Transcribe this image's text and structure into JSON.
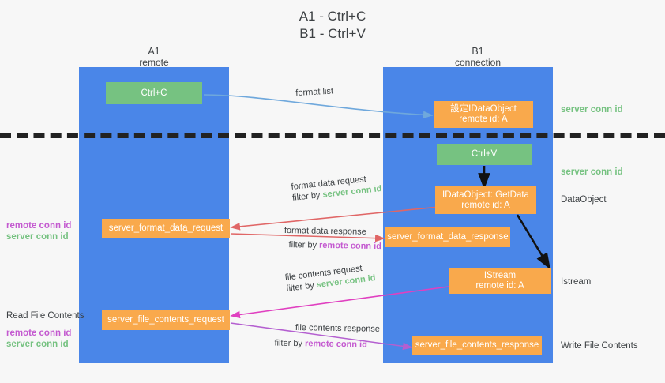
{
  "title": "A1 - Ctrl+C\nB1 - Ctrl+V",
  "columns": [
    {
      "name": "A1",
      "sub": "remote"
    },
    {
      "name": "B1",
      "sub": "connection"
    }
  ],
  "boxes": [
    {
      "id": "ctrl-c",
      "label": "Ctrl+C",
      "color": "#76c281"
    },
    {
      "id": "idataobject-set",
      "label": "設定IDataObject\nremote id: A",
      "color": "#f9a94c"
    },
    {
      "id": "ctrl-v",
      "label": "Ctrl+V",
      "color": "#76c281"
    },
    {
      "id": "idataobject-getdata",
      "label": "IDataObject::GetData\nremote id: A",
      "color": "#f9a94c"
    },
    {
      "id": "server-format-data-request",
      "label": "server_format_data_request",
      "color": "#f9a94c"
    },
    {
      "id": "server-format-data-response",
      "label": "server_format_data_response",
      "color": "#f9a94c"
    },
    {
      "id": "istream",
      "label": "IStream\nremote id: A",
      "color": "#f9a94c"
    },
    {
      "id": "server-file-contents-request",
      "label": "server_file_contents_request",
      "color": "#f9a94c"
    },
    {
      "id": "server-file-contents-response",
      "label": "server_file_contents_response",
      "color": "#f9a94c"
    }
  ],
  "edges": [
    {
      "id": "format-list",
      "label": "format list",
      "color": "#6fa8dc"
    },
    {
      "id": "format-data-request",
      "line1": "format data request",
      "line2_prefix": "filter by ",
      "line2_em": "server conn id",
      "em_color": "#76c281",
      "color": "#e06666"
    },
    {
      "id": "format-data-response",
      "line1": "format data response",
      "line2_prefix": "filter by ",
      "line2_em": "remote conn id",
      "em_color": "#c45ad0",
      "color": "#e06666"
    },
    {
      "id": "file-contents-request",
      "line1": "file contents request",
      "line2_prefix": "filter by ",
      "line2_em": "server conn id",
      "em_color": "#76c281",
      "color": "#e040c0"
    },
    {
      "id": "file-contents-response",
      "line1": "file contents response",
      "line2_prefix": "filter by ",
      "line2_em": "remote conn id",
      "em_color": "#c45ad0",
      "color": "#b45fd0"
    }
  ],
  "right_labels": [
    {
      "id": "server-conn-id-top",
      "text": "server conn id",
      "kind": "green"
    },
    {
      "id": "server-conn-id-mid",
      "text": "server conn id",
      "kind": "green"
    },
    {
      "id": "dataobject",
      "text": "DataObject",
      "kind": "plain"
    },
    {
      "id": "istream-label",
      "text": "Istream",
      "kind": "plain"
    },
    {
      "id": "write-file-contents",
      "text": "Write File Contents",
      "kind": "plain"
    }
  ],
  "left_labels": {
    "conn_pair_top": {
      "remote": "remote conn id",
      "server": "server conn id"
    },
    "read_file_contents": "Read File Contents",
    "conn_pair_bottom": {
      "remote": "remote conn id",
      "server": "server conn id"
    }
  },
  "colors": {
    "lane": "#4a86e8",
    "orange": "#f9a94c",
    "green": "#76c281",
    "purple": "#c45ad0",
    "red_arrow": "#e06666",
    "blue_arrow": "#6fa8dc",
    "magenta_arrow": "#e040c0",
    "violet_arrow": "#b45fd0",
    "background": "#f7f7f7",
    "text": "#3c4043"
  }
}
